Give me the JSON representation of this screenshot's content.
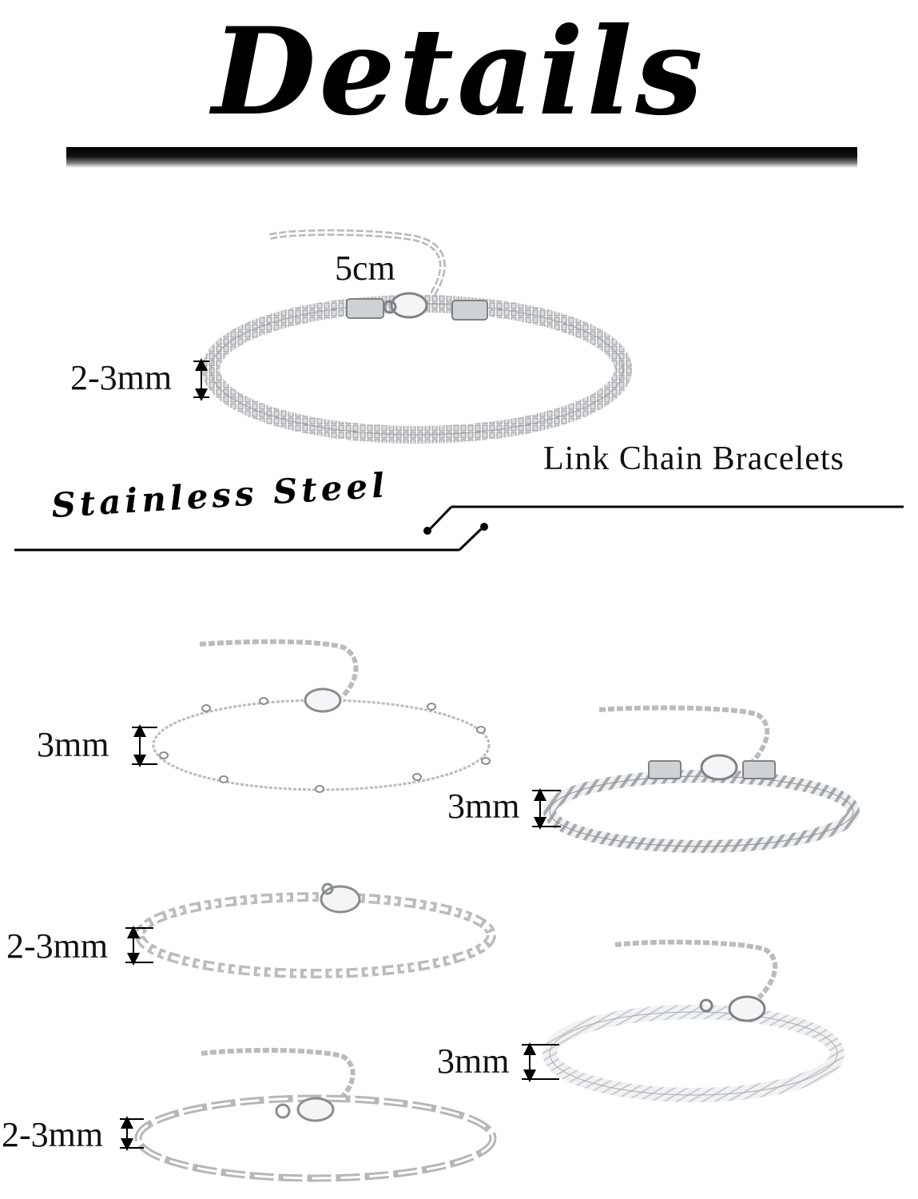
{
  "header": {
    "title": "Details"
  },
  "section": {
    "label": "Stainless Steel"
  },
  "main_product": {
    "caption": "Link Chain  Bracelets",
    "extender_label": "5cm",
    "width_label": "2-3mm"
  },
  "variants": [
    {
      "width_label": "3mm"
    },
    {
      "width_label": "3mm"
    },
    {
      "width_label": "2-3mm"
    },
    {
      "width_label": "3mm"
    },
    {
      "width_label": "2-3mm"
    }
  ],
  "colors": {
    "ink": "#000000",
    "silver": "#b9bcc0",
    "silver_light": "#e6e8eb"
  }
}
